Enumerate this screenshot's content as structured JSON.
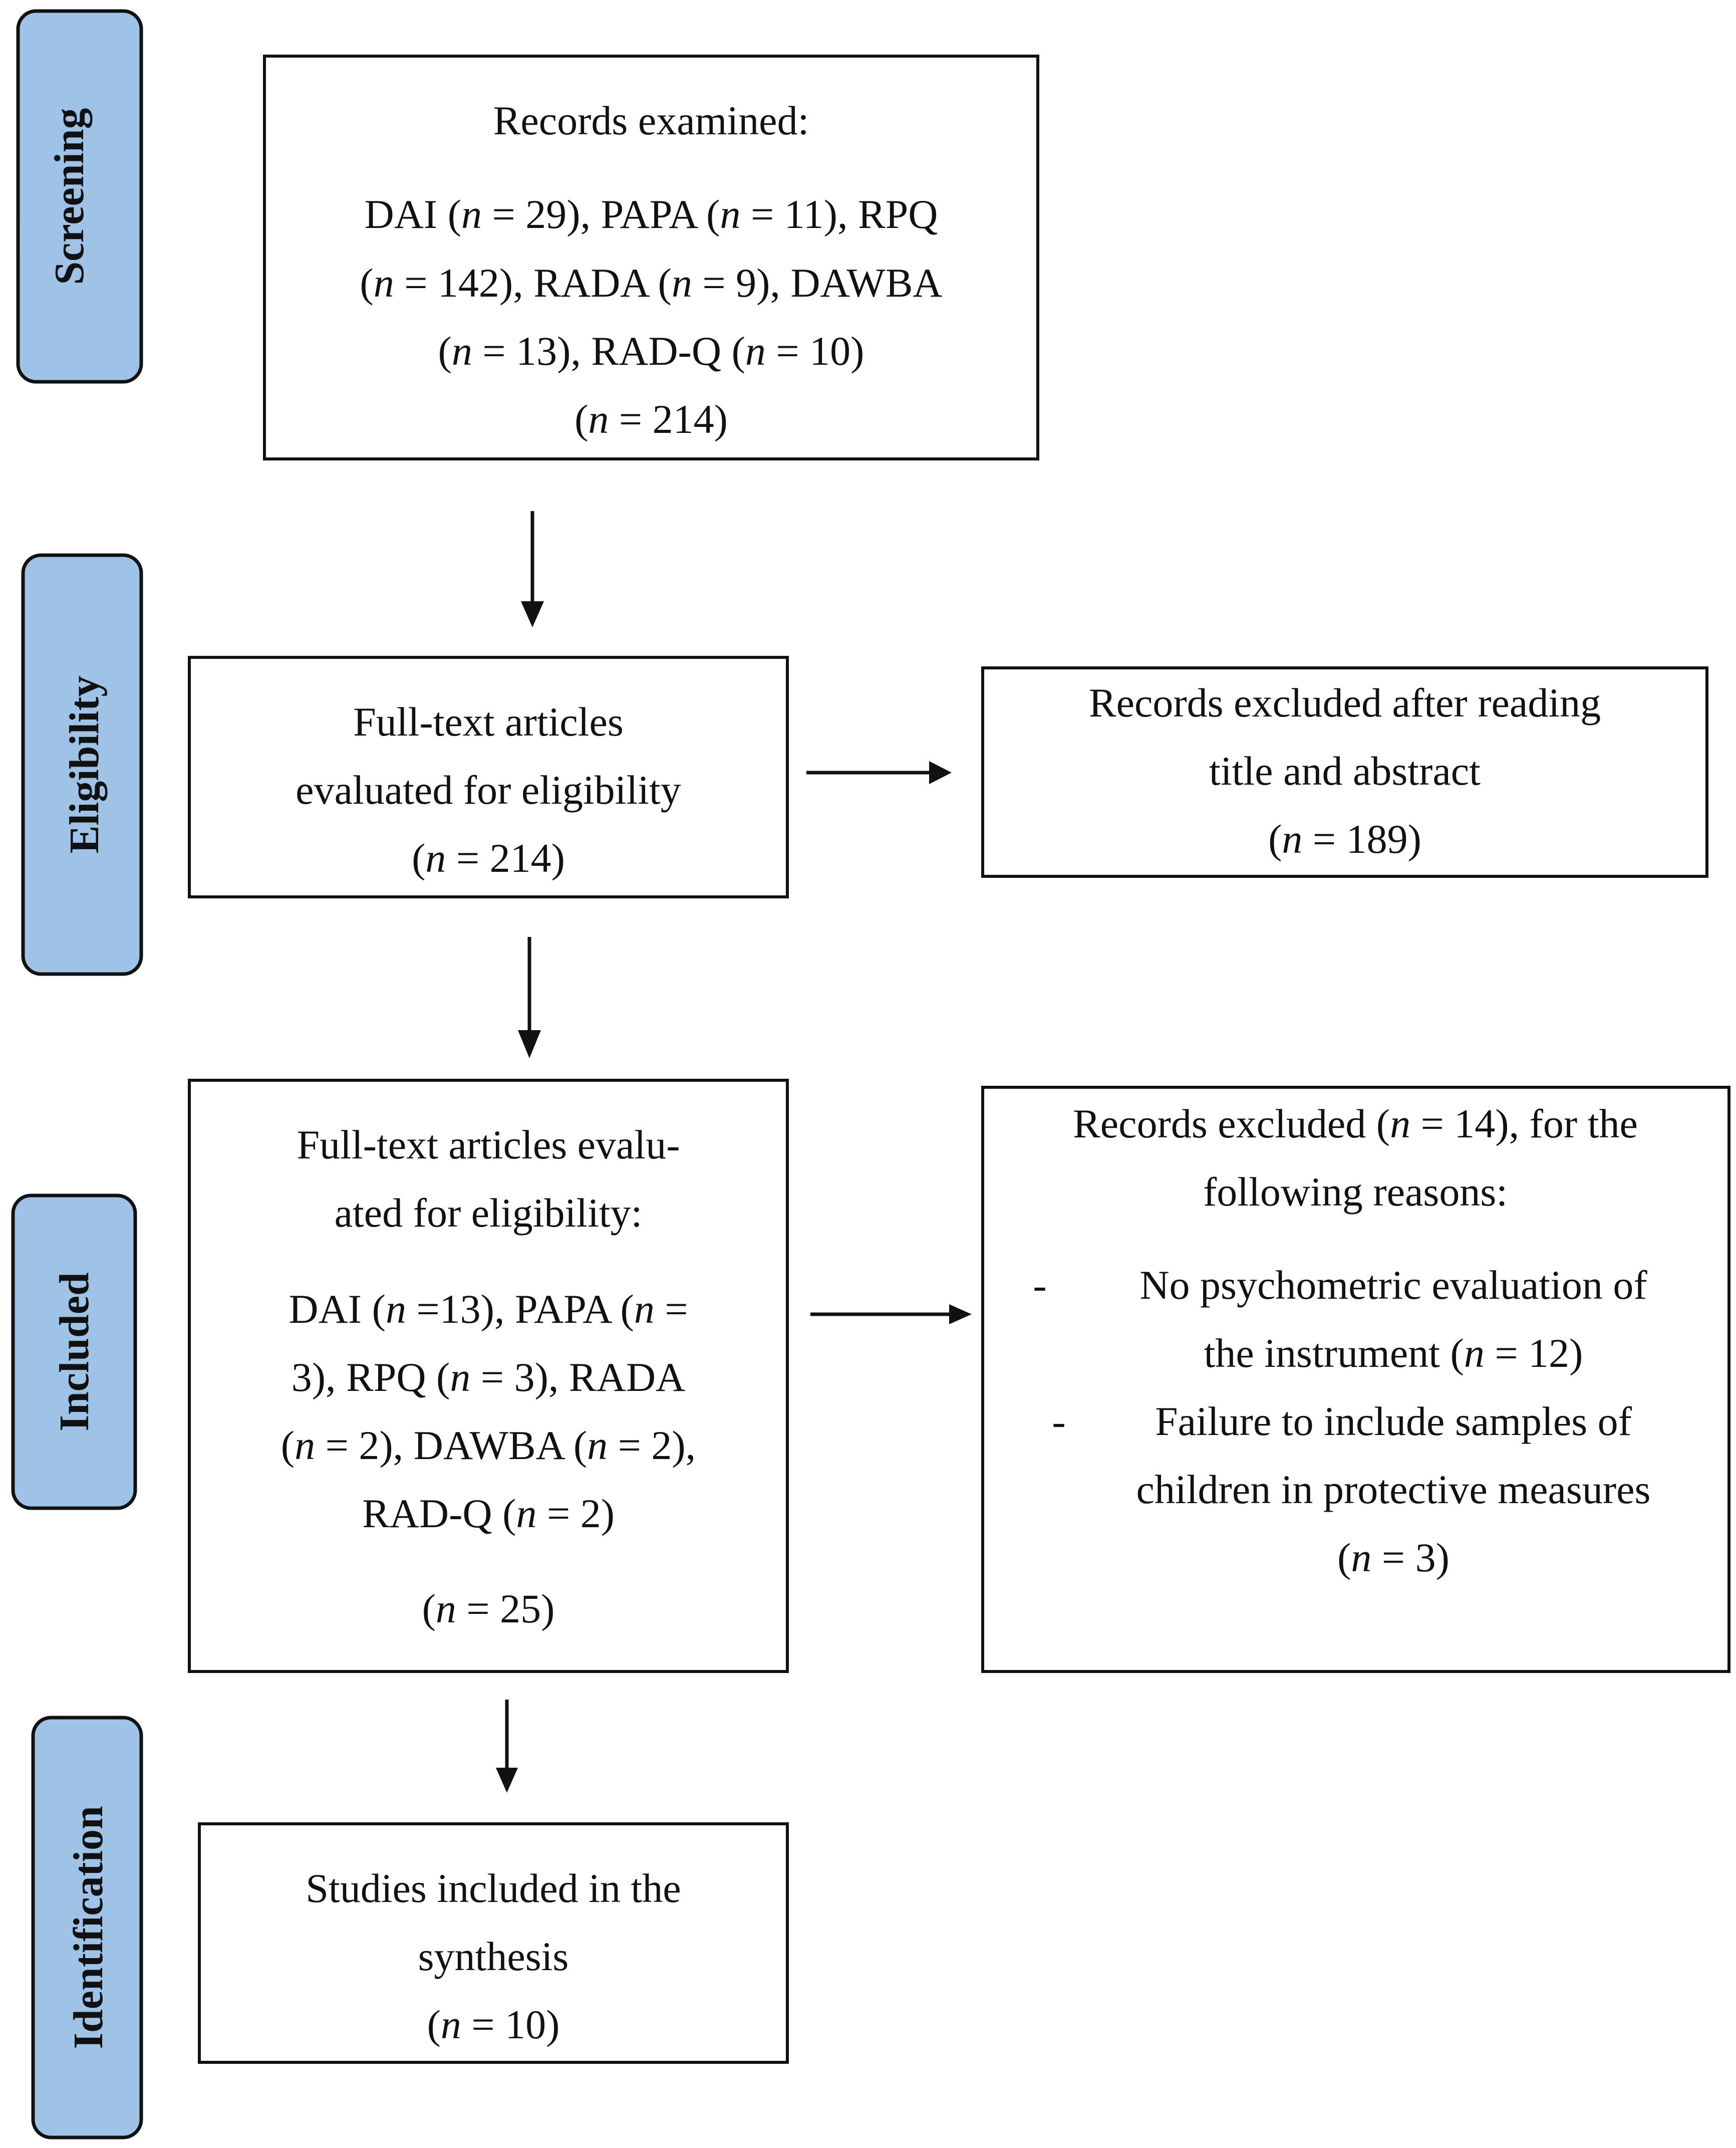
{
  "stages": {
    "screening": "Screening",
    "eligibility": "Eligibility",
    "included": "Included",
    "identification": "Identification"
  },
  "boxes": {
    "records_examined": {
      "heading": "Records examined:",
      "line1": [
        "DAI (",
        "n",
        " = 29), PAPA (",
        "n",
        " = 11), RPQ"
      ],
      "line2": [
        "(",
        "n",
        " = 142), RADA (",
        "n",
        " = 9), DAWBA"
      ],
      "line3": [
        "(",
        "n",
        " = 13), RAD-Q (",
        "n",
        " = 10)"
      ],
      "total": [
        "(",
        "n",
        " = 214)"
      ]
    },
    "full_text_evaluated": {
      "line1": "Full-text articles",
      "line2": "evaluated for eligibility",
      "total": [
        "(",
        "n",
        " = 214)"
      ]
    },
    "excluded_title_abstract": {
      "line1": "Records excluded after reading",
      "line2": "title and abstract",
      "total": [
        "(",
        "n",
        " = 189)"
      ]
    },
    "full_text_included": {
      "line1": "Full-text articles evalu-",
      "line2": "ated for eligibility:",
      "line3": [
        "DAI (",
        "n",
        " =13), PAPA (",
        "n",
        " ="
      ],
      "line4": [
        "3), RPQ (",
        "n",
        " = 3), RADA"
      ],
      "line5": [
        "(",
        "n",
        " = 2), DAWBA (",
        "n",
        " = 2),"
      ],
      "line6": [
        "RAD-Q (",
        "n",
        " = 2)"
      ],
      "total": [
        "(",
        "n",
        " = 25)"
      ]
    },
    "excluded_reasons": {
      "line1": [
        "Records excluded (",
        "n",
        " = 14), for the"
      ],
      "line2": "following reasons:",
      "bullet": "-",
      "reason1_line1": "No psychometric evaluation of",
      "reason1_line2": [
        "the instrument (",
        "n",
        " = 12)"
      ],
      "reason2_line1": "Failure to include samples of",
      "reason2_line2": "children in protective measures",
      "reason2_total": [
        "(",
        "n",
        " = 3)"
      ]
    },
    "studies_included": {
      "line1": "Studies included in the",
      "line2": "synthesis",
      "total": [
        "(",
        "n",
        " = 10)"
      ]
    }
  }
}
